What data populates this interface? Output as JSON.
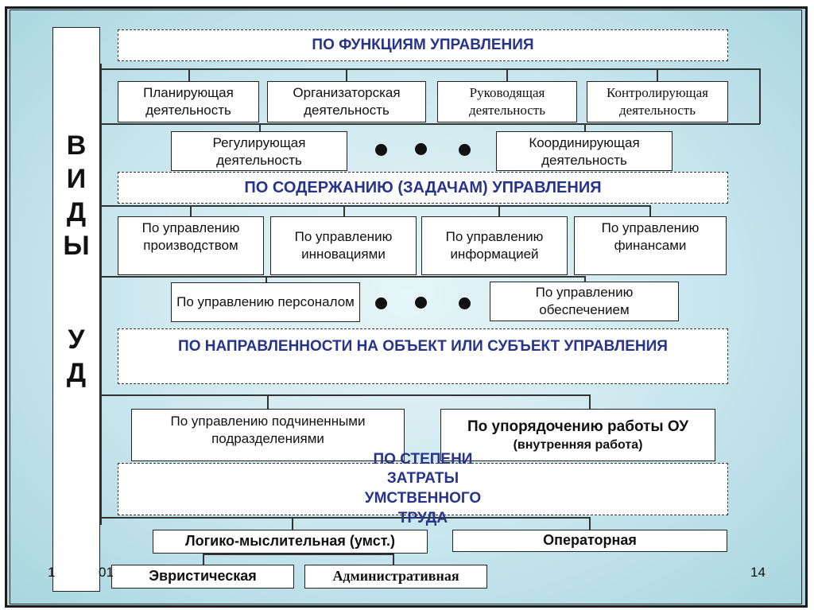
{
  "side_label": {
    "letters": [
      "В",
      "И",
      "Д",
      "Ы",
      "У",
      "Д"
    ]
  },
  "sections": {
    "functions": {
      "header": "ПО ФУНКЦИЯМ УПРАВЛЕНИЯ",
      "items": [
        "Планирующая деятельность",
        "Организаторская деятельность",
        "Руководящая деятельность",
        "Контролирующая деятельность",
        "Регулирующая деятельность",
        "Координирующая деятельность"
      ]
    },
    "content": {
      "header": "ПО СОДЕРЖАНИЮ (ЗАДАЧАМ) УПРАВЛЕНИЯ",
      "items": [
        "По управлению производством",
        "По управлению инновациями",
        "По управлению информацией",
        "По управлению финансами",
        "По управлению персоналом",
        "По управлению обеспечением"
      ]
    },
    "direction": {
      "header": "ПО НАПРАВЛЕННОСТИ НА ОБЪЕКТ ИЛИ СУБЪЕКТ УПРАВЛЕНИЯ",
      "items": [
        "По управлению подчиненными подразделениями",
        "По упорядочению работы ОУ",
        "(внутренняя работа)"
      ]
    },
    "mental": {
      "header": "ПО СТЕПЕНИ ЗАТРАТЫ УМСТВЕННОГО ТРУДА",
      "items": [
        "Логико-мыслительная (умст.)",
        "Операторная",
        "Эвристическая",
        "Административная"
      ]
    }
  },
  "footer": {
    "date_left": "1",
    "date_right": "01",
    "page_number": "14"
  }
}
